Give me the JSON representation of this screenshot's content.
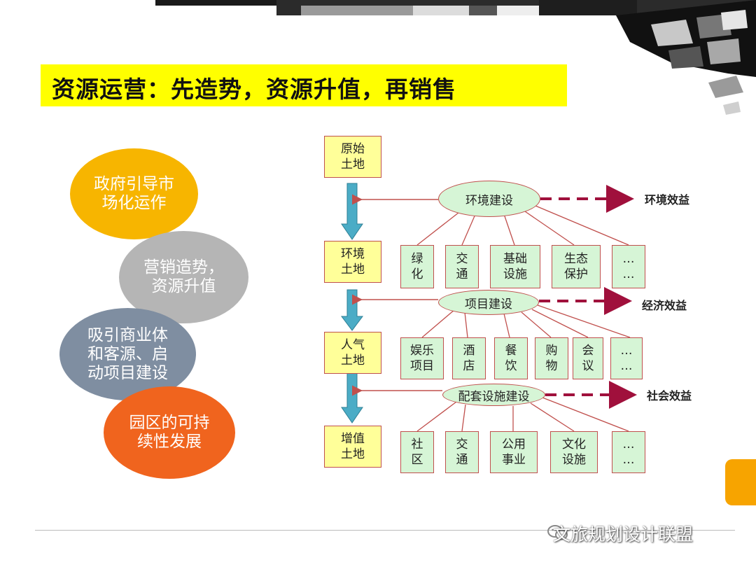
{
  "title": "资源运营：先造势，资源升值，再销售",
  "circles": [
    {
      "text": "政府引导市\n场化运作",
      "color": "#f7b500"
    },
    {
      "text": "营销造势，\n资源升值",
      "color": "#b5b5b5"
    },
    {
      "text": "吸引商业体\n和客源、启\n动项目建设",
      "color": "#7f8ea1"
    },
    {
      "text": "园区的可持\n续性发展",
      "color": "#f0641e"
    }
  ],
  "stages": [
    "原始\n土地",
    "环境\n土地",
    "人气\n土地",
    "增值\n土地"
  ],
  "hubs": [
    "环境建设",
    "项目建设",
    "配套设施建设"
  ],
  "benefits": [
    "环境效益",
    "经济效益",
    "社会效益"
  ],
  "rows": [
    [
      "绿\n化",
      "交\n通",
      "基础\n设施",
      "生态\n保护",
      "…\n…"
    ],
    [
      "娱乐\n项目",
      "酒\n店",
      "餐\n饮",
      "购\n物",
      "会\n议",
      "…\n…"
    ],
    [
      "社\n区",
      "交\n通",
      "公用\n事业",
      "文化\n设施",
      "…\n…"
    ]
  ],
  "watermark": "文旅规划设计联盟",
  "colors": {
    "title_bg": "#ffff00",
    "stage_bg": "#ffff99",
    "node_bg": "#d6f5d6",
    "line": "#c0504d",
    "arrow": "#4bacc6",
    "dash": "#a0103c",
    "accent_tab": "#f7a400"
  }
}
